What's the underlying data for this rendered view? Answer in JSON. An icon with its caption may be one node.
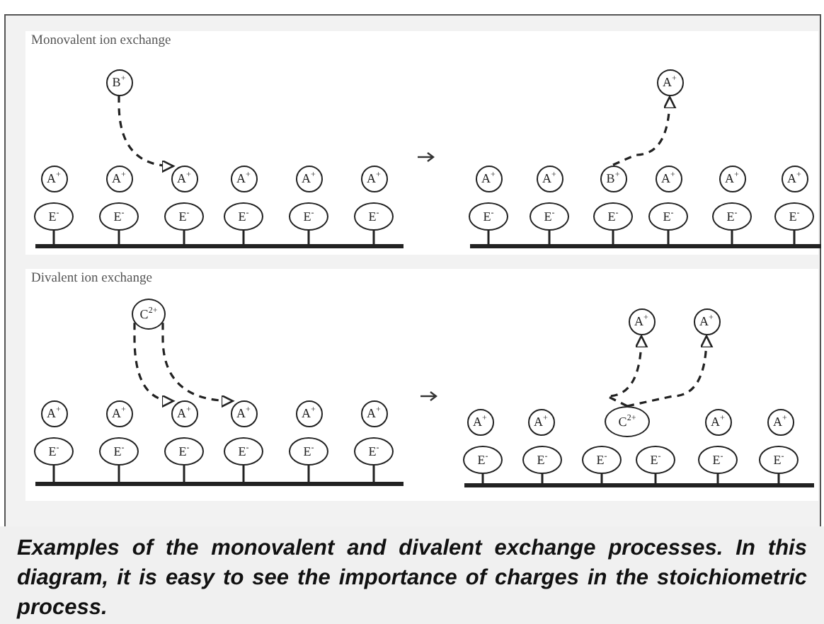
{
  "diagram": {
    "caption": "Examples of the monovalent and divalent exchange processes. In this diagram, it is easy to see the importance of charges in the stoichiometric process.",
    "nodes": [
      {
        "text": [
          "B$^{+}$"
        ]
      },
      {
        "text": [
          "A$^{+}$"
        ]
      },
      {
        "text": [
          "A$^{+}$"
        ]
      },
      {
        "text": [
          "A$^{+}$"
        ]
      },
      {
        "text": [
          "A$^{+}$"
        ]
      },
      {
        "text": [
          "A$^{+}$"
        ]
      },
      {
        "text": [
          "A$^{+}$"
        ]
      },
      {
        "text": [
          "E$^{-}$"
        ]
      },
      {
        "text": [
          "E$^{-}$"
        ]
      },
      {
        "text": [
          "E$^{-}$"
        ]
      },
      {
        "text": [
          "E$^{-}$"
        ]
      },
      {
        "text": [
          "E$^{-}$"
        ]
      },
      {
        "text": [
          "E$^{-}$"
        ]
      },
      {
        "text": [
          "A$^{+}$"
        ]
      },
      {
        "text": [
          "A$^{+}$"
        ]
      },
      {
        "text": [
          "A$^{+}$"
        ]
      },
      {
        "text": [
          "B$^{+}$"
        ]
      },
      {
        "text": [
          "A$^{+}$"
        ]
      },
      {
        "text": [
          "A$^{+}$"
        ]
      },
      {
        "text": [
          "A$^{+}$"
        ]
      },
      {
        "text": [
          "E$^{-}$"
        ]
      },
      {
        "text": [
          "E$^{-}$"
        ]
      },
      {
        "text": [
          "E$^{-}$"
        ]
      },
      {
        "text": [
          "E$^{-}$"
        ]
      },
      {
        "text": [
          "E$^{-}$"
        ]
      },
      {
        "text": [
          "E$^{-}$"
        ]
      },
      {
        "text": [
          "C$^{2+}$"
        ]
      },
      {
        "text": [
          "A$^{+}$"
        ]
      },
      {
        "text": [
          "A$^{+}$"
        ]
      },
      {
        "text": [
          "A$^{+}$"
        ]
      },
      {
        "text": [
          "A$^{+}$"
        ]
      },
      {
        "text": [
          "A$^{+}$"
        ]
      },
      {
        "text": [
          "A$^{+}$"
        ]
      },
      {
        "text": [
          "E$^{-}$"
        ]
      },
      {
        "text": [
          "E$^{-}$"
        ]
      },
      {
        "text": [
          "E$^{-}$"
        ]
      },
      {
        "text": [
          "E$^{-}$"
        ]
      },
      {
        "text": [
          "E$^{-}$"
        ]
      },
      {
        "text": [
          "E$^{-}$"
        ]
      },
      {
        "text": [
          "A$^{+}$"
        ]
      },
      {
        "text": [
          "A$^{+}$"
        ]
      },
      {
        "text": [
          "A$^{+}$"
        ]
      },
      {
        "text": [
          "A$^{+}$"
        ]
      },
      {
        "text": [
          "C$^{2+}$"
        ]
      },
      {
        "text": [
          "A$^{+}$"
        ]
      },
      {
        "text": [
          "A$^{+}$"
        ]
      },
      {
        "text": [
          "E$^{-}$"
        ]
      },
      {
        "text": [
          "E$^{-}$"
        ]
      },
      {
        "text": [
          "E$^{-}$"
        ]
      },
      {
        "text": [
          "E$^{-}$"
        ]
      },
      {
        "text": [
          "E$^{-}$"
        ]
      },
      {
        "text": [
          "E$^{-}$"
        ]
      }
    ],
    "edges": [
      {
        "from": 0,
        "to": 3,
        "arrow": "to",
        "style": "dashed"
      },
      {
        "from": 16,
        "to": 13,
        "arrow": "to",
        "style": "dashed"
      },
      {
        "from": 26,
        "to": 29,
        "arrow": "to",
        "style": "dashed"
      },
      {
        "from": 26,
        "to": 30,
        "arrow": "to",
        "style": "dashed"
      },
      {
        "from": 43,
        "to": 39,
        "arrow": "to",
        "style": "dashed"
      },
      {
        "from": 43,
        "to": 40,
        "arrow": "to",
        "style": "dashed"
      }
    ],
    "labels": [
      "Monovalent ion exchange",
      "Divalent ion exchange"
    ]
  }
}
